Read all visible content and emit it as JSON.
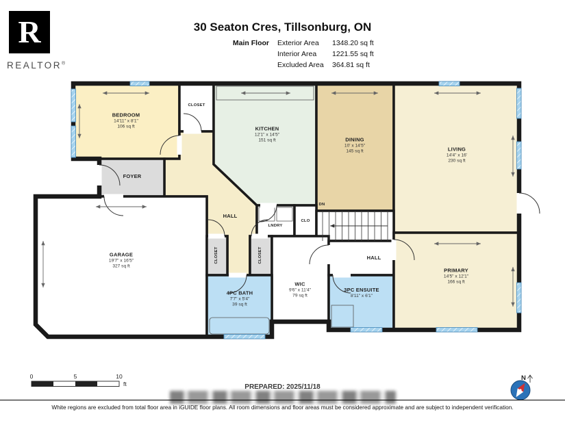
{
  "header": {
    "title": "30 Seaton Cres, Tillsonburg, ON",
    "floor_label": "Main Floor",
    "areas": [
      {
        "label": "Exterior Area",
        "value": "1348.20 sq ft"
      },
      {
        "label": "Interior Area",
        "value": "1221.55 sq ft"
      },
      {
        "label": "Excluded Area",
        "value": "364.81 sq ft"
      }
    ]
  },
  "logo": {
    "letter": "R",
    "brand": "REALTOR",
    "registered": "®"
  },
  "rooms": {
    "bedroom": {
      "name": "BEDROOM",
      "dims": "14'11\" x 8'1\"",
      "area": "106 sq ft"
    },
    "closet_top": {
      "name": "CLOSET"
    },
    "kitchen": {
      "name": "KITCHEN",
      "dims": "12'1\" x 14'5\"",
      "area": "151 sq ft"
    },
    "dining": {
      "name": "DINING",
      "dims": "10' x 14'5\"",
      "area": "145 sq ft"
    },
    "living": {
      "name": "LIVING",
      "dims": "14'4\" x 16'",
      "area": "230 sq ft"
    },
    "foyer": {
      "name": "FOYER"
    },
    "hall": {
      "name": "HALL"
    },
    "lndry": {
      "name": "LNDRY"
    },
    "clo": {
      "name": "CLO"
    },
    "garage": {
      "name": "GARAGE",
      "dims": "19'7\" x 16'5\"",
      "area": "327 sq ft"
    },
    "closet_left": {
      "name": "CLOSET"
    },
    "closet_right": {
      "name": "CLOSET"
    },
    "bath": {
      "name": "4PC BATH",
      "dims": "7'7\" x 5'4\"",
      "area": "39 sq ft"
    },
    "wic": {
      "name": "WIC",
      "dims": "9'6\" x 11'4\"",
      "area": "79 sq ft"
    },
    "ensuite": {
      "name": "3PC ENSUITE",
      "dims": "8'11\" x 6'1\""
    },
    "hall_rear": {
      "name": "HALL"
    },
    "primary": {
      "name": "PRIMARY",
      "dims": "14'5\" x 12'1\"",
      "area": "166 sq ft"
    }
  },
  "stairs": {
    "dn": "DN"
  },
  "scalebar": {
    "t0": "0",
    "t5": "5",
    "t10": "10",
    "unit": "ft"
  },
  "compass": {
    "label": "N"
  },
  "footer": {
    "prepared": "PREPARED: 2025/11/18",
    "disclaimer": "White regions are excluded from total floor area in iGUIDE floor plans. All room dimensions and floor areas must be considered approximate and are subject to independent verification."
  },
  "palette": {
    "wall": "#1a1a1a",
    "room_yellow": "#FBEFC4",
    "room_cream": "#F6EFD4",
    "room_tan": "#E8D5A7",
    "room_green": "#E7F0E5",
    "room_blue": "#BCDFF4",
    "room_gray": "#DCDCDC",
    "window_blue": "#A6D3EE",
    "compass_blue": "#2A72B8",
    "compass_red": "#CC3333"
  }
}
